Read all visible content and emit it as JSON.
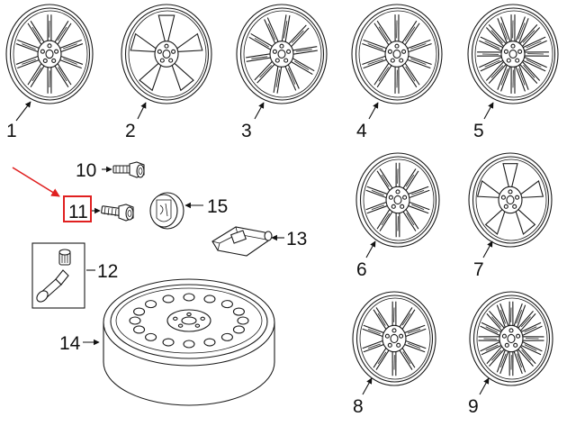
{
  "colors": {
    "line": "#1a1a1a",
    "highlight": "#e02020",
    "background": "#ffffff"
  },
  "callouts": {
    "c1": "1",
    "c2": "2",
    "c3": "3",
    "c4": "4",
    "c5": "5",
    "c6": "6",
    "c7": "7",
    "c8": "8",
    "c9": "9",
    "c10": "10",
    "c11": "11",
    "c12": "12",
    "c13": "13",
    "c14": "14",
    "c15": "15"
  },
  "highlighted_part": "11"
}
